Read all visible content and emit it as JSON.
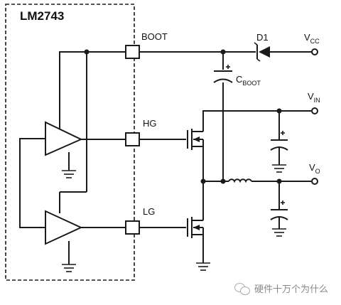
{
  "ic": {
    "name": "LM2743"
  },
  "pins": {
    "boot": "BOOT",
    "hg": "HG",
    "lg": "LG"
  },
  "components": {
    "diode": "D1",
    "vcc": {
      "main": "V",
      "sub": "CC"
    },
    "cboot": {
      "main": "C",
      "sub": "BOOT"
    },
    "vin": {
      "main": "V",
      "sub": "IN"
    },
    "vo": {
      "main": "V",
      "sub": "O"
    }
  },
  "watermark": {
    "text": "硬件十万个为什么",
    "icon": "wechat-icon"
  }
}
